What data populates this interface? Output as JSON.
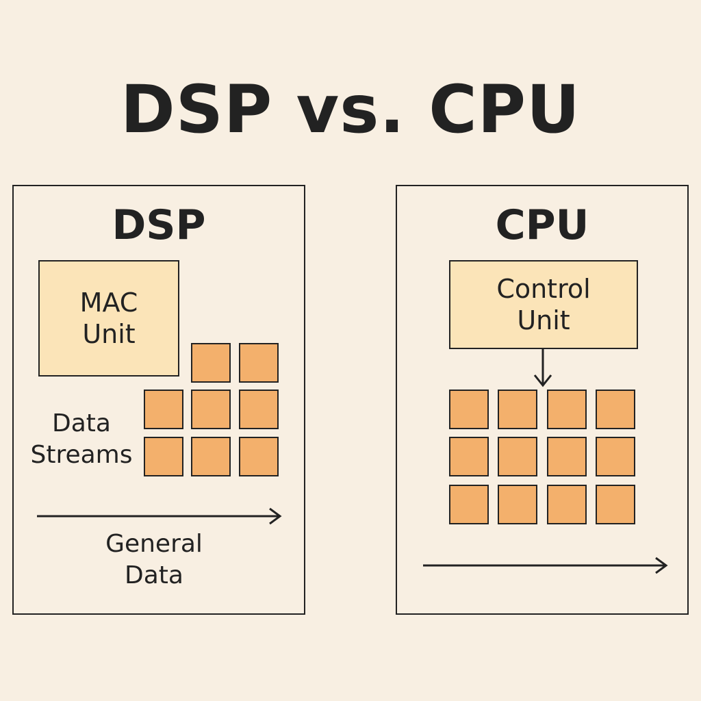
{
  "title": "DSP vs. CPU",
  "dsp": {
    "title": "DSP",
    "unit_label": [
      "MAC",
      "Unit"
    ],
    "data_streams_label": [
      "Data",
      "Streams"
    ],
    "general_data_label": [
      "General",
      "Data"
    ]
  },
  "cpu": {
    "title": "CPU",
    "unit_label": [
      "Control",
      "Unit"
    ]
  },
  "colors": {
    "background": "#f8efe2",
    "unit_fill": "#fbe4b8",
    "cell_fill": "#f3b06c",
    "outline": "#222222"
  },
  "icons": [
    "arrow-right-icon",
    "arrow-down-icon"
  ]
}
